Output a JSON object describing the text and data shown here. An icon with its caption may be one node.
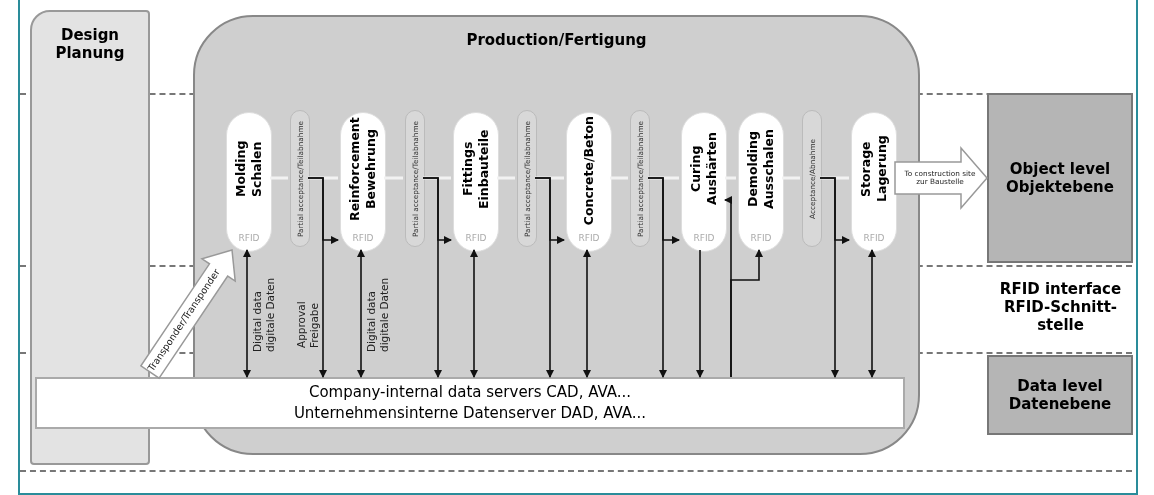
{
  "diagram": {
    "nodes": [
      {
        "text": [
          "Design Planung"
        ]
      },
      {
        "text": [
          "Production/Fertigung"
        ]
      },
      {
        "text": [
          "Molding Schalen",
          "RFID"
        ],
        "in": 1
      },
      {
        "text": [
          "Partial acceptance/Teilabnahme"
        ],
        "in": 1
      },
      {
        "text": [
          "Reinforcement Bewehrung",
          "RFID"
        ],
        "in": 1
      },
      {
        "text": [
          "Partial acceptance/Teilabnahme"
        ],
        "in": 1
      },
      {
        "text": [
          "Fittings Einbauteile",
          "RFID"
        ],
        "in": 1
      },
      {
        "text": [
          "Partial acceptance/Teilabnahme"
        ],
        "in": 1
      },
      {
        "text": [
          "Concrete/Beton",
          "RFID"
        ],
        "in": 1
      },
      {
        "text": [
          "Partial acceptance/Teilabnahme"
        ],
        "in": 1
      },
      {
        "text": [
          "Curing Aushärten",
          "RFID"
        ],
        "in": 1
      },
      {
        "text": [
          "Demolding Ausschalen",
          "RFID"
        ],
        "in": 1
      },
      {
        "text": [
          "Acceptance/Abnahme"
        ],
        "in": 1
      },
      {
        "text": [
          "Storage Lagerung",
          "RFID"
        ],
        "in": 1
      },
      {
        "text": [
          "Object level Objektebene"
        ]
      },
      {
        "text": [
          "Data level Datenebene"
        ]
      },
      {
        "text": [
          "Company-internal data servers CAD, AVA...",
          "Unternehmensinterne Datenserver DAD, AVA..."
        ]
      }
    ],
    "edges": [
      {
        "from": 0,
        "to": 2,
        "arrow": "to",
        "label": "Transponder/Transponder",
        "style": "thick"
      },
      {
        "from": 2,
        "to": 3,
        "arrow": "none",
        "color": "#f2f2f2"
      },
      {
        "from": 3,
        "to": 4,
        "arrow": "none",
        "color": "#f2f2f2"
      },
      {
        "from": 4,
        "to": 5,
        "arrow": "none",
        "color": "#f2f2f2"
      },
      {
        "from": 5,
        "to": 6,
        "arrow": "none",
        "color": "#f2f2f2"
      },
      {
        "from": 6,
        "to": 7,
        "arrow": "none",
        "color": "#f2f2f2"
      },
      {
        "from": 7,
        "to": 8,
        "arrow": "none",
        "color": "#f2f2f2"
      },
      {
        "from": 8,
        "to": 9,
        "arrow": "none",
        "color": "#f2f2f2"
      },
      {
        "from": 9,
        "to": 10,
        "arrow": "none",
        "color": "#f2f2f2"
      },
      {
        "from": 10,
        "to": 11,
        "arrow": "none",
        "color": "#f2f2f2"
      },
      {
        "from": 11,
        "to": 12,
        "arrow": "none",
        "color": "#f2f2f2"
      },
      {
        "from": 12,
        "to": 13,
        "arrow": "none",
        "color": "#f2f2f2"
      },
      {
        "from": 16,
        "to": 2,
        "arrow": "both",
        "label": "Digital data digitale Daten"
      },
      {
        "from": 3,
        "to": 4,
        "arrow": "to"
      },
      {
        "from": 3,
        "to": 16,
        "arrow": "to",
        "label": "Approval Freigabe"
      },
      {
        "from": 16,
        "to": 4,
        "arrow": "both",
        "label": "Digital data digitale Daten"
      },
      {
        "from": 5,
        "to": 6,
        "arrow": "to"
      },
      {
        "from": 5,
        "to": 16,
        "arrow": "to"
      },
      {
        "from": 16,
        "to": 6,
        "arrow": "both"
      },
      {
        "from": 7,
        "to": 8,
        "arrow": "to"
      },
      {
        "from": 7,
        "to": 16,
        "arrow": "to"
      },
      {
        "from": 16,
        "to": 8,
        "arrow": "both"
      },
      {
        "from": 9,
        "to": 10,
        "arrow": "to"
      },
      {
        "from": 9,
        "to": 16,
        "arrow": "to"
      },
      {
        "from": 10,
        "to": 16,
        "arrow": "to"
      },
      {
        "from": 16,
        "to": 11,
        "arrow": "to"
      },
      {
        "from": 16,
        "to": 10,
        "arrow": "to"
      },
      {
        "from": 12,
        "to": 13,
        "arrow": "to"
      },
      {
        "from": 12,
        "to": 16,
        "arrow": "to"
      },
      {
        "from": 16,
        "to": 13,
        "arrow": "both"
      },
      {
        "from": 13,
        "to": 14,
        "arrow": "to",
        "label": "To construction site zur Baustelle",
        "style": "thick"
      }
    ],
    "labels": [
      "RFID interface RFID-Schnitt-stelle"
    ]
  }
}
